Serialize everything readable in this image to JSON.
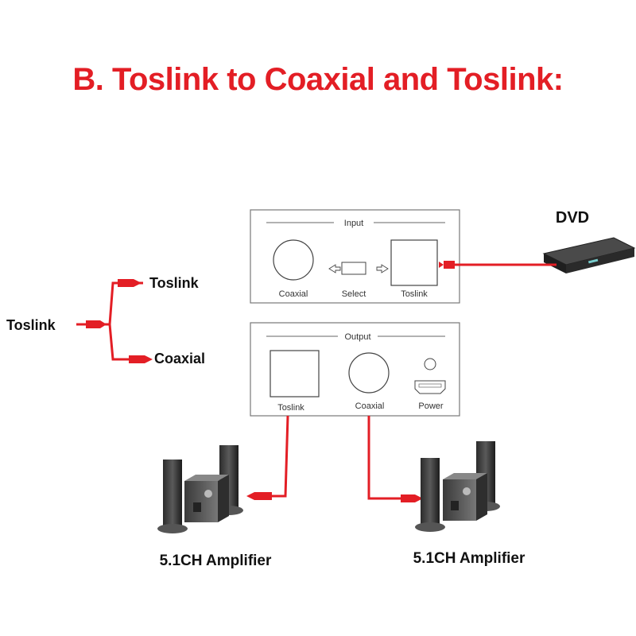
{
  "title": "B. Toslink to Coaxial and Toslink:",
  "input_panel": {
    "heading": "Input",
    "coaxial_label": "Coaxial",
    "select_label": "Select",
    "toslink_label": "Toslink"
  },
  "output_panel": {
    "heading": "Output",
    "toslink_label": "Toslink",
    "coaxial_label": "Coaxial",
    "power_label": "Power"
  },
  "source_device": "DVD",
  "legend": {
    "source": "Toslink",
    "out_toslink": "Toslink",
    "out_coaxial": "Coaxial"
  },
  "amplifier_left": "5.1CH Amplifier",
  "amplifier_right": "5.1CH Amplifier",
  "colors": {
    "title": "#e31e25",
    "cable": "#e31e25"
  }
}
